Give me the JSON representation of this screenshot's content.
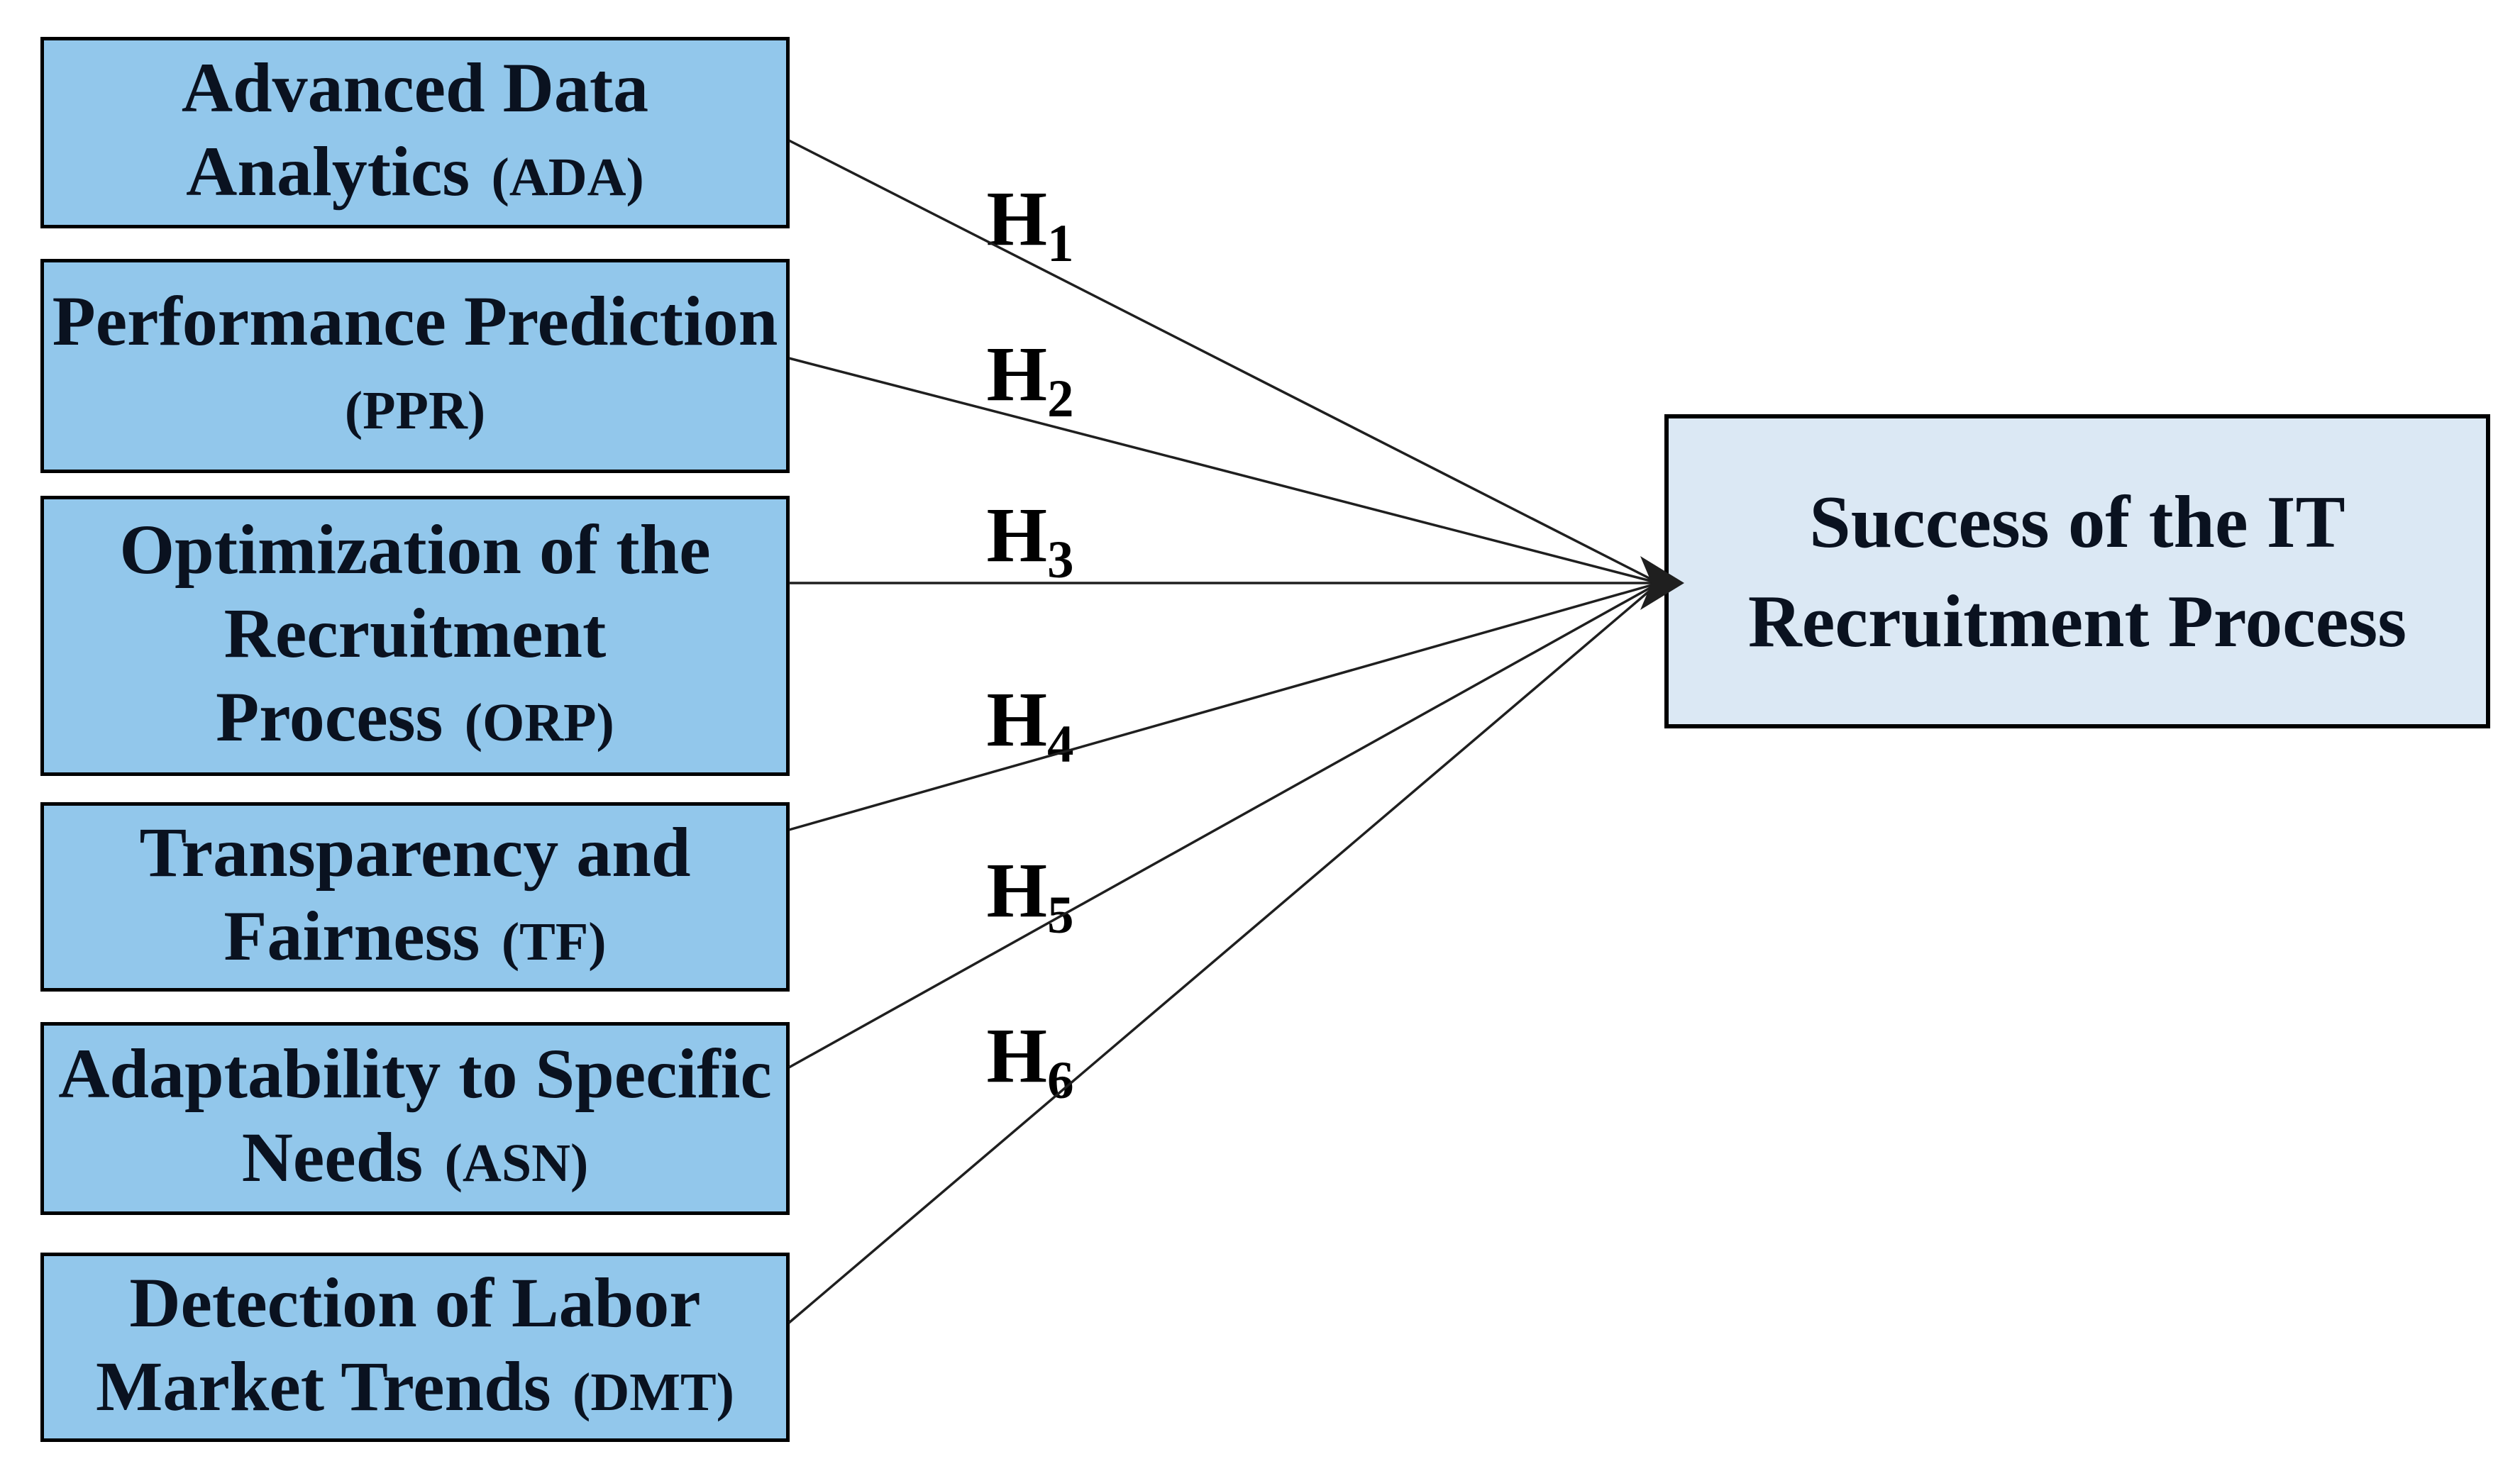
{
  "diagram": {
    "predictors": [
      {
        "id": "ADA",
        "lines": [
          {
            "main": "Advanced Data",
            "acronym": ""
          },
          {
            "main": "Analytics",
            "acronym": "(ADA)"
          }
        ]
      },
      {
        "id": "PPR",
        "lines": [
          {
            "main": "Performance Prediction",
            "acronym": ""
          },
          {
            "main": "",
            "acronym": "(PPR)"
          }
        ]
      },
      {
        "id": "ORP",
        "lines": [
          {
            "main": "Optimization of the",
            "acronym": ""
          },
          {
            "main": "Recruitment",
            "acronym": ""
          },
          {
            "main": "Process",
            "acronym": "(ORP)"
          }
        ]
      },
      {
        "id": "TF",
        "lines": [
          {
            "main": "Transparency and",
            "acronym": ""
          },
          {
            "main": "Fairness",
            "acronym": "(TF)"
          }
        ]
      },
      {
        "id": "ASN",
        "lines": [
          {
            "main": "Adaptability to Specific",
            "acronym": ""
          },
          {
            "main": "Needs",
            "acronym": "(ASN)"
          }
        ]
      },
      {
        "id": "DMT",
        "lines": [
          {
            "main": "Detection of Labor",
            "acronym": ""
          },
          {
            "main": "Market Trends",
            "acronym": "(DMT)"
          }
        ]
      }
    ],
    "outcome": {
      "lines": [
        "Success of the IT",
        "Recruitment Process"
      ]
    },
    "hypotheses": [
      {
        "label": "H",
        "sub": "1"
      },
      {
        "label": "H",
        "sub": "2"
      },
      {
        "label": "H",
        "sub": "3"
      },
      {
        "label": "H",
        "sub": "4"
      },
      {
        "label": "H",
        "sub": "5"
      },
      {
        "label": "H",
        "sub": "6"
      }
    ]
  },
  "colors": {
    "predictor_box_fill": "#92c7eb",
    "outcome_box_fill": "#dbe8f4",
    "box_border": "#000000",
    "connector": "#1f1f1f",
    "text": "#0a1220",
    "background": "#ffffff"
  }
}
